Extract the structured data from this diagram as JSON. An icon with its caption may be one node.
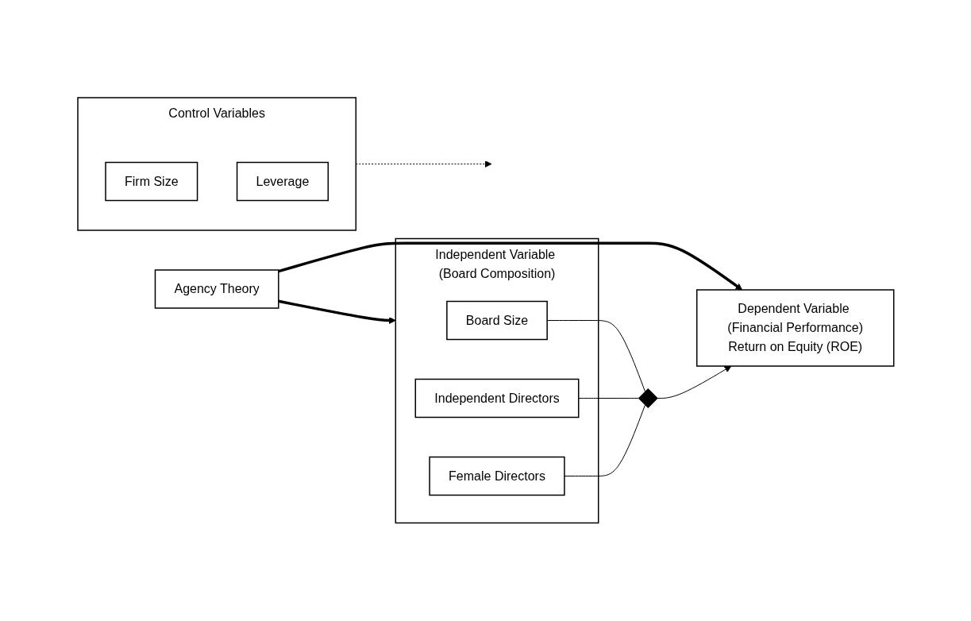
{
  "diagram": {
    "nodes": [
      {
        "text": [
          "Independent Variable (Board Composition)"
        ]
      },
      {
        "text": [
          "Board Size"
        ],
        "in": 0
      },
      {
        "text": [
          "Independent Directors"
        ],
        "in": 0
      },
      {
        "text": [
          "Female Directors"
        ],
        "in": 0
      },
      {
        "text": [],
        "shape": "diamond"
      },
      {
        "text": [
          "Dependent Variable (Financial Performance)",
          "Return on Equity (ROE)"
        ]
      },
      {
        "text": [
          "Control Variables"
        ]
      },
      {
        "text": [
          "Firm Size"
        ],
        "in": 6
      },
      {
        "text": [
          "Leverage"
        ],
        "in": 6
      },
      {
        "text": [
          "Agency Theory"
        ]
      }
    ],
    "edges": [
      {
        "from": 1,
        "to": 4,
        "arrow": "none"
      },
      {
        "from": 2,
        "to": 4,
        "arrow": "none"
      },
      {
        "from": 3,
        "to": 4,
        "arrow": "none"
      },
      {
        "from": 4,
        "to": 5,
        "arrow": "to"
      },
      {
        "from": 6,
        "to": null,
        "arrow": "to",
        "style": "dashed"
      },
      {
        "from": 9,
        "to": 0,
        "arrow": "to",
        "style": "thick"
      },
      {
        "from": 9,
        "to": 5,
        "arrow": "to",
        "style": "thick"
      }
    ]
  }
}
